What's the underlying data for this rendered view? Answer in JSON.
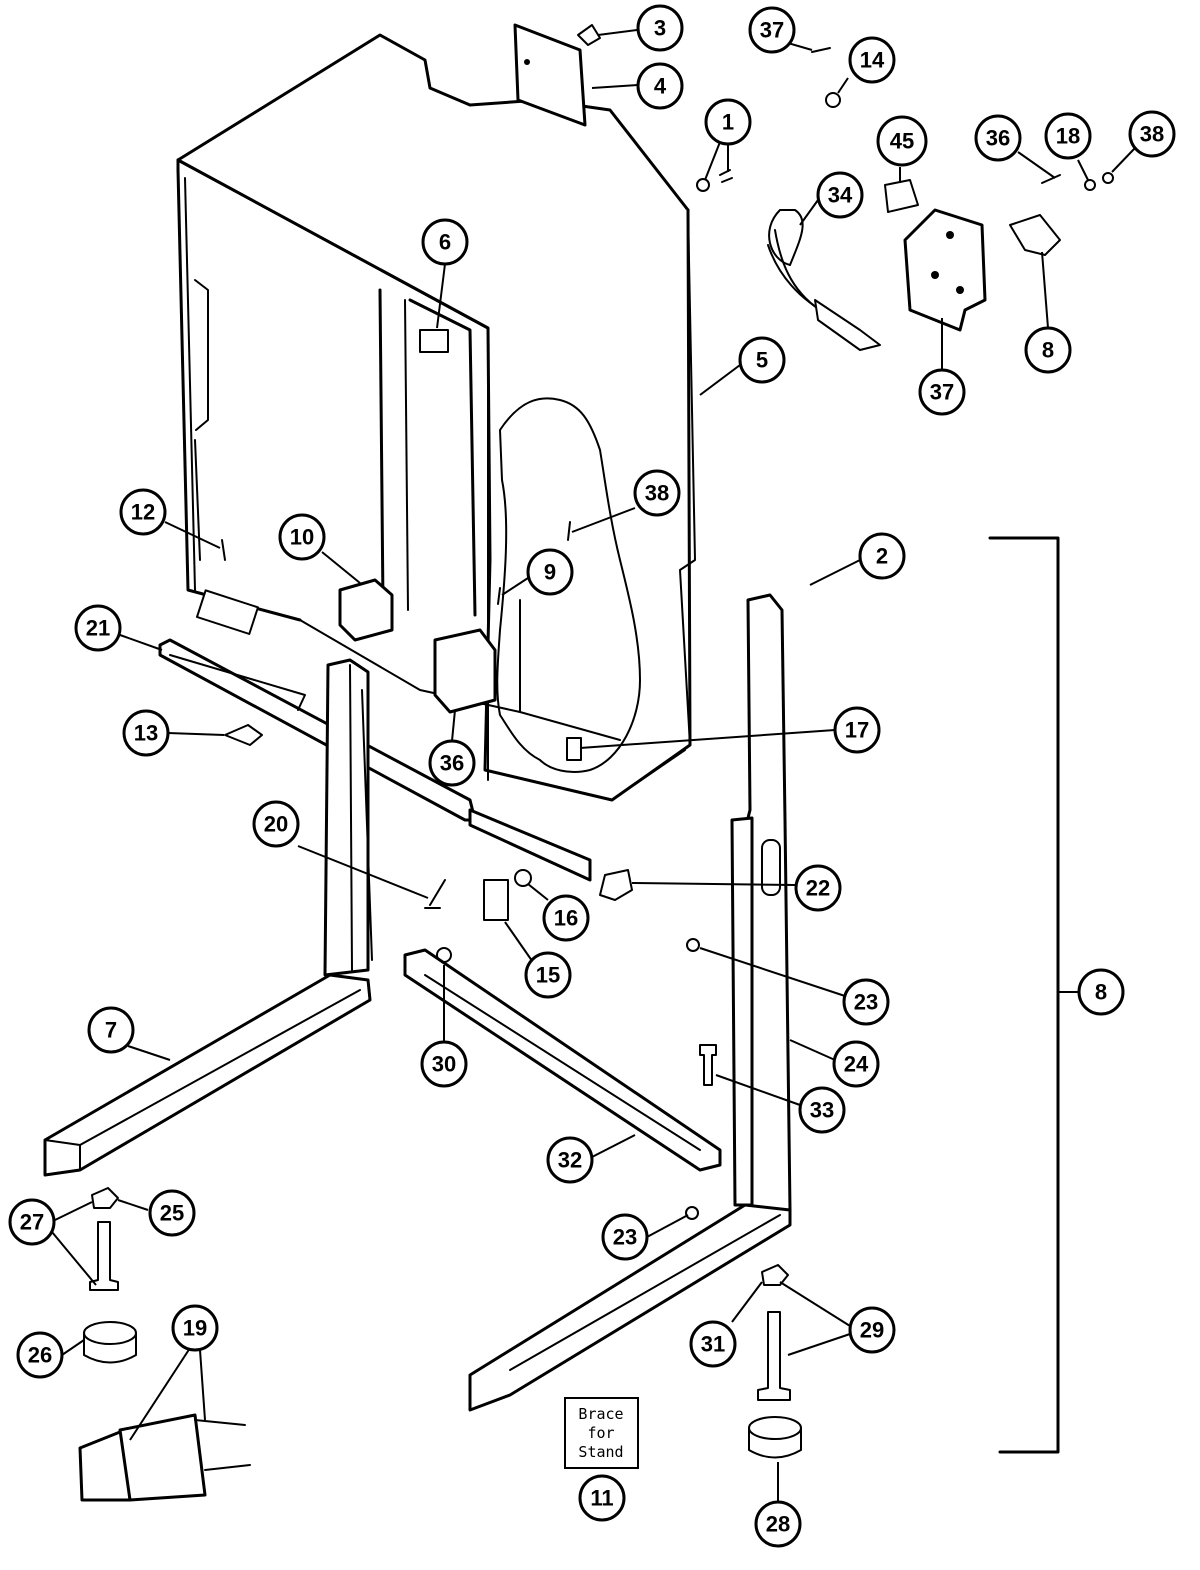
{
  "diagram": {
    "callouts": [
      {
        "id": "c3",
        "label": "3"
      },
      {
        "id": "c4",
        "label": "4"
      },
      {
        "id": "c37a",
        "label": "37"
      },
      {
        "id": "c14",
        "label": "14"
      },
      {
        "id": "c1",
        "label": "1"
      },
      {
        "id": "c45",
        "label": "45"
      },
      {
        "id": "c36a",
        "label": "36"
      },
      {
        "id": "c18",
        "label": "18"
      },
      {
        "id": "c38a",
        "label": "38"
      },
      {
        "id": "c34",
        "label": "34"
      },
      {
        "id": "c6",
        "label": "6"
      },
      {
        "id": "c5",
        "label": "5"
      },
      {
        "id": "c8a",
        "label": "8"
      },
      {
        "id": "c37b",
        "label": "37"
      },
      {
        "id": "c38b",
        "label": "38"
      },
      {
        "id": "c12",
        "label": "12"
      },
      {
        "id": "c10",
        "label": "10"
      },
      {
        "id": "c9",
        "label": "9"
      },
      {
        "id": "c2",
        "label": "2"
      },
      {
        "id": "c21",
        "label": "21"
      },
      {
        "id": "c13",
        "label": "13"
      },
      {
        "id": "c36b",
        "label": "36"
      },
      {
        "id": "c17",
        "label": "17"
      },
      {
        "id": "c20",
        "label": "20"
      },
      {
        "id": "c22",
        "label": "22"
      },
      {
        "id": "c16",
        "label": "16"
      },
      {
        "id": "c15",
        "label": "15"
      },
      {
        "id": "c23a",
        "label": "23"
      },
      {
        "id": "c8b",
        "label": "8"
      },
      {
        "id": "c7",
        "label": "7"
      },
      {
        "id": "c30",
        "label": "30"
      },
      {
        "id": "c24",
        "label": "24"
      },
      {
        "id": "c33",
        "label": "33"
      },
      {
        "id": "c32",
        "label": "32"
      },
      {
        "id": "c27",
        "label": "27"
      },
      {
        "id": "c25",
        "label": "25"
      },
      {
        "id": "c23b",
        "label": "23"
      },
      {
        "id": "c26",
        "label": "26"
      },
      {
        "id": "c19",
        "label": "19"
      },
      {
        "id": "c31",
        "label": "31"
      },
      {
        "id": "c29",
        "label": "29"
      },
      {
        "id": "c11",
        "label": "11"
      },
      {
        "id": "c28",
        "label": "28"
      }
    ],
    "brace_label": [
      "Brace",
      "for",
      "Stand"
    ]
  }
}
